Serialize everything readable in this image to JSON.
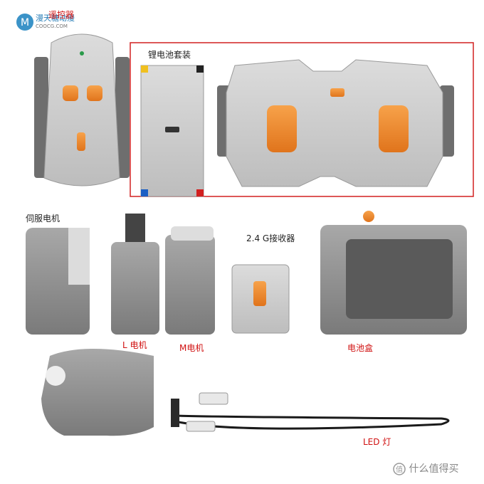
{
  "logo": {
    "name": "漫天糖动漫",
    "site": "COOCG.COM"
  },
  "labels": {
    "remote": "遥控器",
    "lithium_kit": "锂电池套装",
    "servo": "伺服电机",
    "receiver": "2.4 G接收器",
    "l_motor": "L 电机",
    "m_motor": "M电机",
    "battery_box": "电池盒",
    "led": "LED 灯"
  },
  "watermark": "什么值得买",
  "colors": {
    "highlight_box": "#d22020",
    "brick_gray": "#8a8a8a",
    "accent_orange": "#f08a2c"
  }
}
